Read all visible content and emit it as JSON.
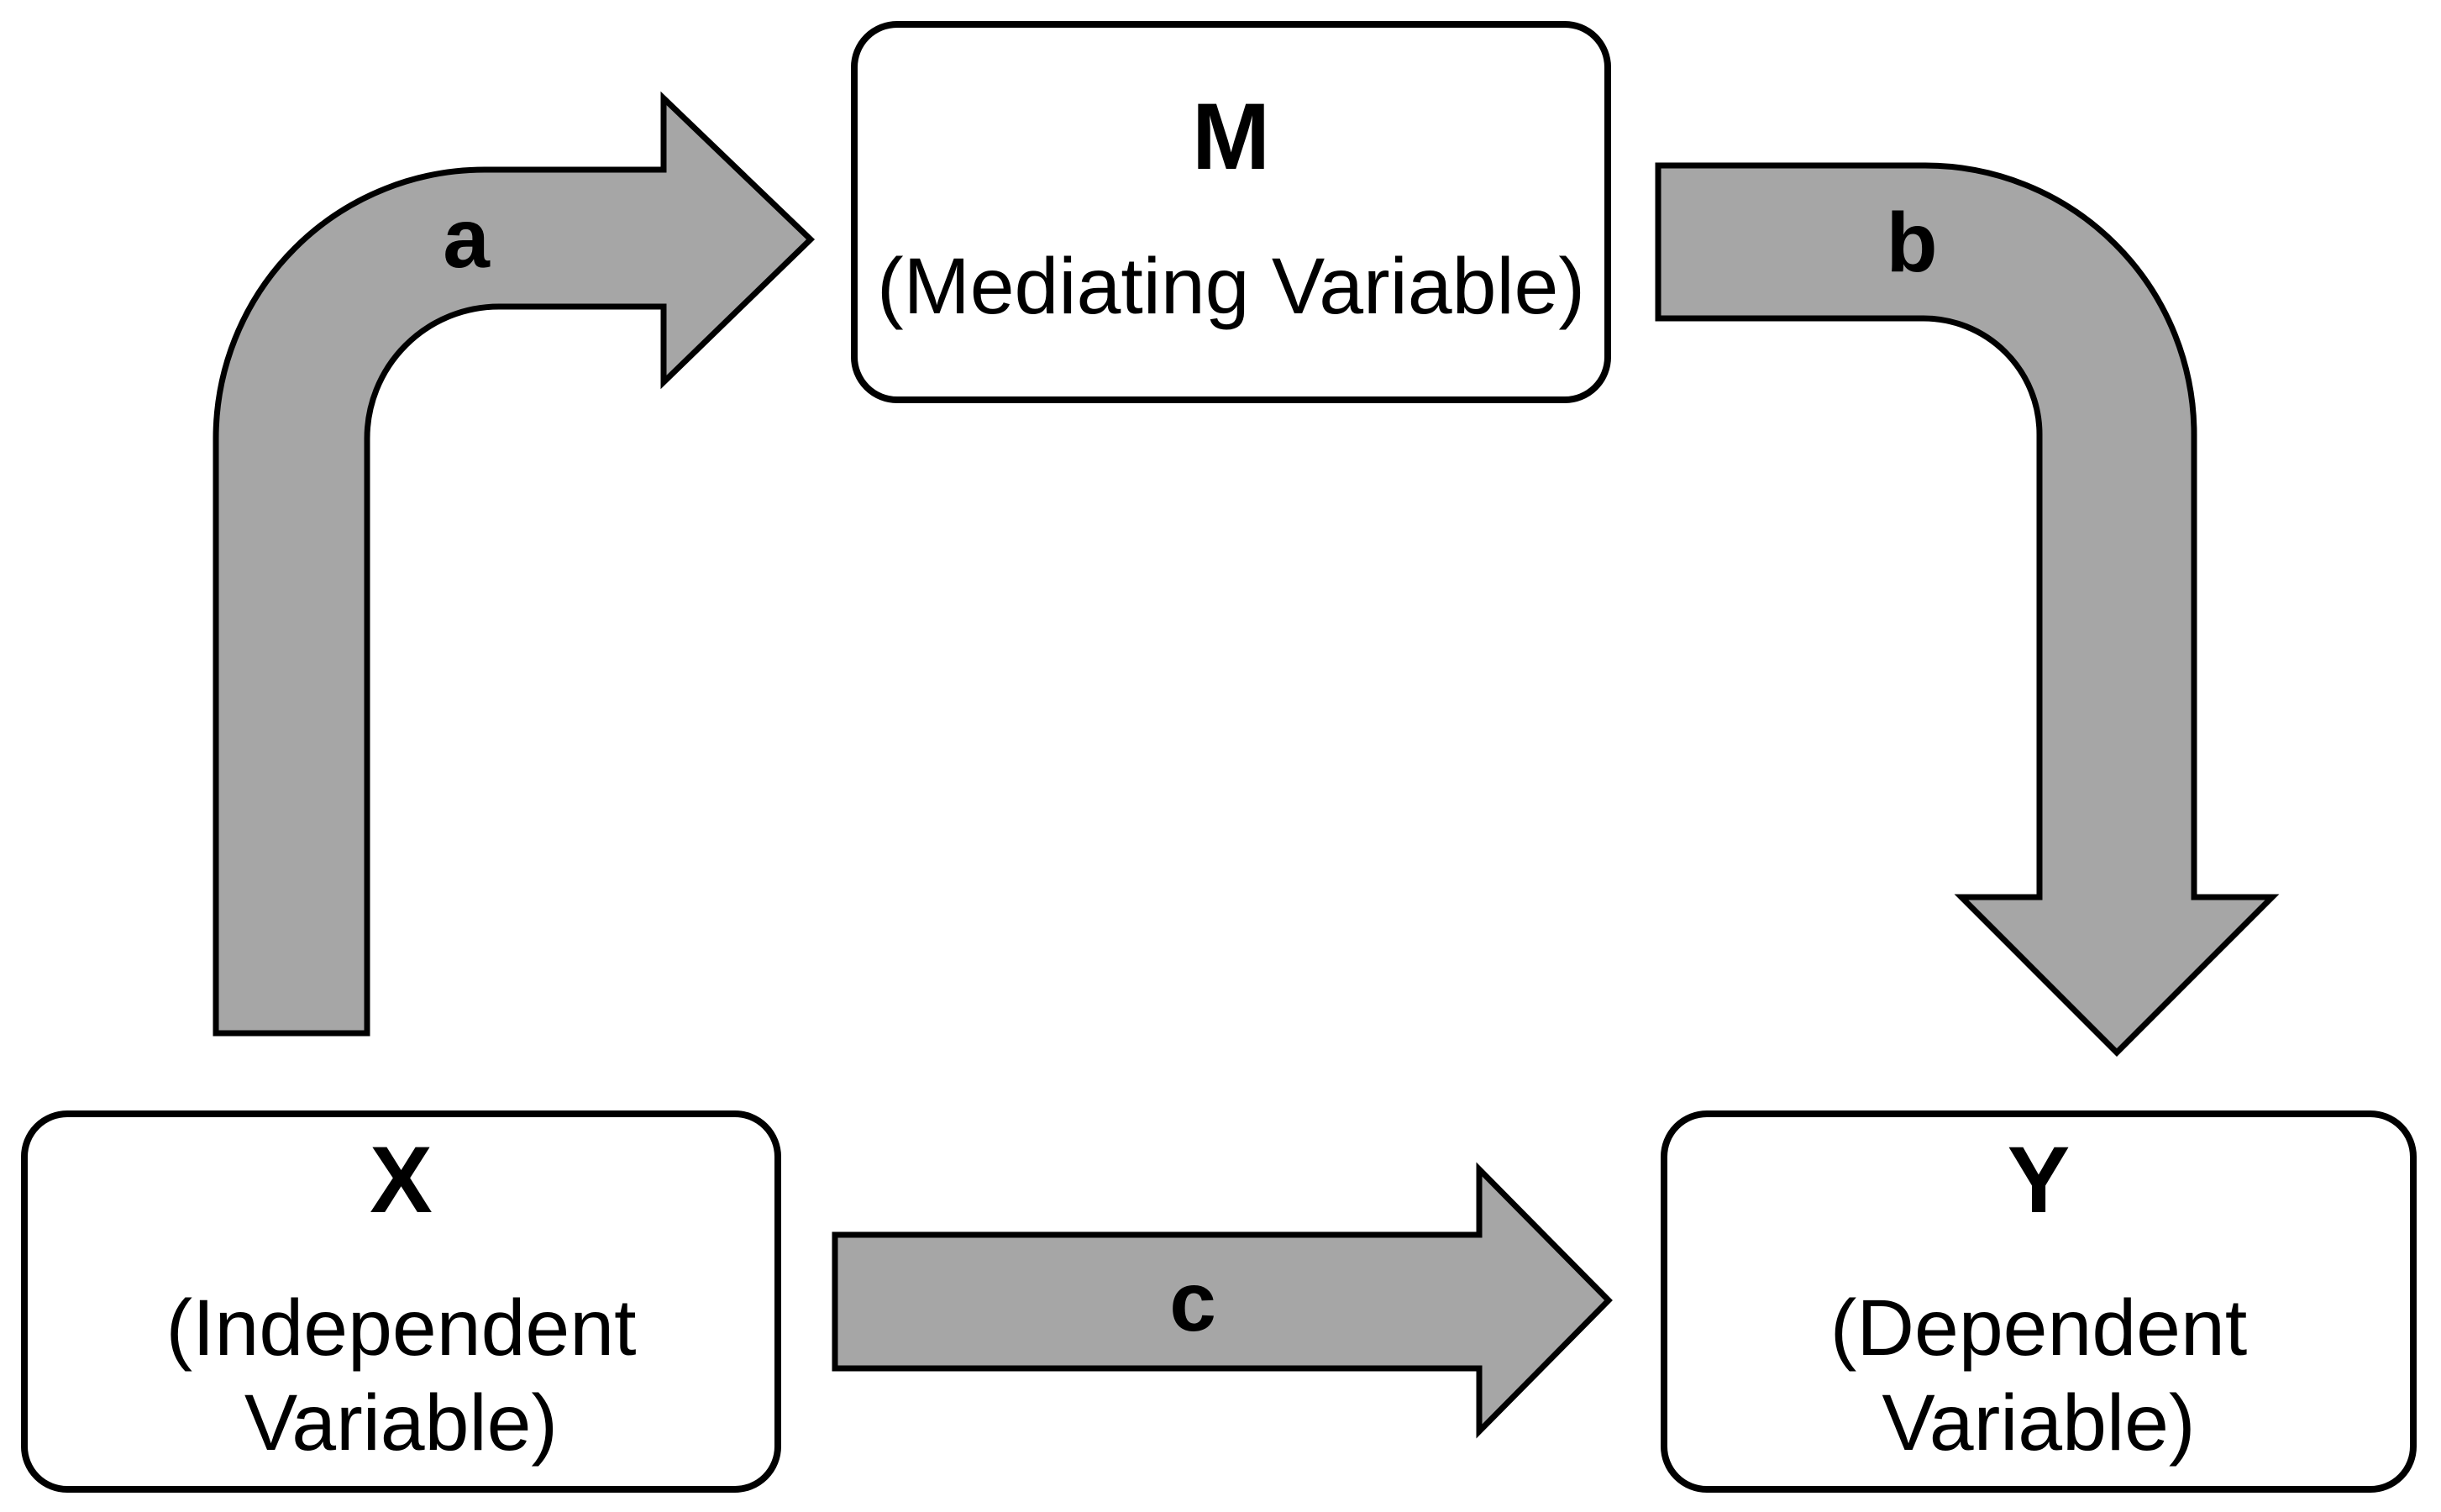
{
  "nodes": {
    "mediator": {
      "symbol": "M",
      "label": "(Mediating Variable)"
    },
    "independent": {
      "symbol": "X",
      "label": "(Independent Variable)"
    },
    "dependent": {
      "symbol": "Y",
      "label": "(Dependent Variable)"
    }
  },
  "paths": {
    "a": {
      "label": "a"
    },
    "b": {
      "label": "b"
    },
    "c": {
      "label": "c"
    }
  },
  "colors": {
    "arrow_fill": "#a6a6a6",
    "arrow_outline": "#000000",
    "box_fill": "#ffffff",
    "box_border": "#000000",
    "background": "#ffffff",
    "text": "#000000"
  }
}
